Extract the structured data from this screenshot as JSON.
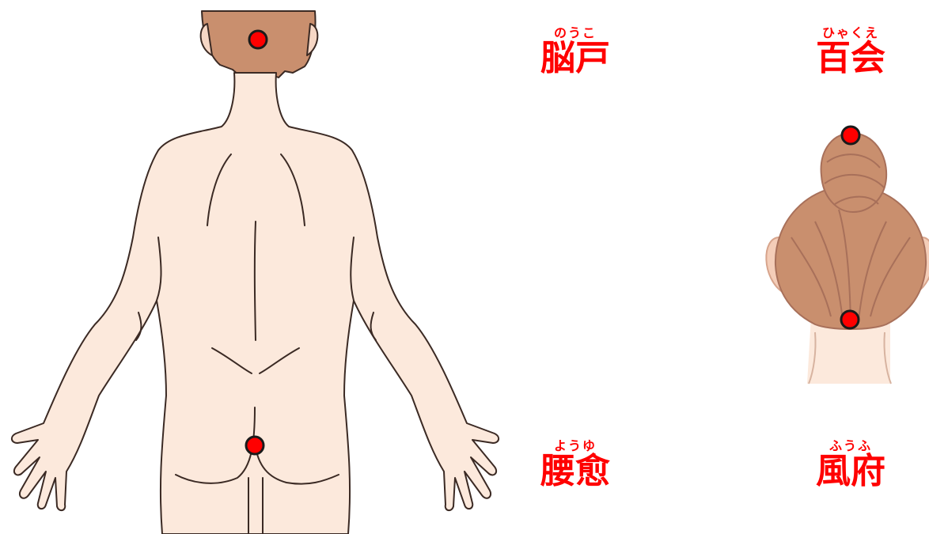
{
  "colors": {
    "skin": "#fce9dc",
    "hair": "#c98f6e",
    "hair_dark": "#a8705a",
    "outline": "#3b2a24",
    "point": "#ff0000",
    "label": "#ff0000"
  },
  "points": [
    {
      "ruby": "のうこ",
      "kanji": "脳戸"
    },
    {
      "ruby": "ひゃくえ",
      "kanji": "百会"
    },
    {
      "ruby": "ようゆ",
      "kanji": "腰愈"
    },
    {
      "ruby": "ふうふ",
      "kanji": "風府"
    }
  ]
}
